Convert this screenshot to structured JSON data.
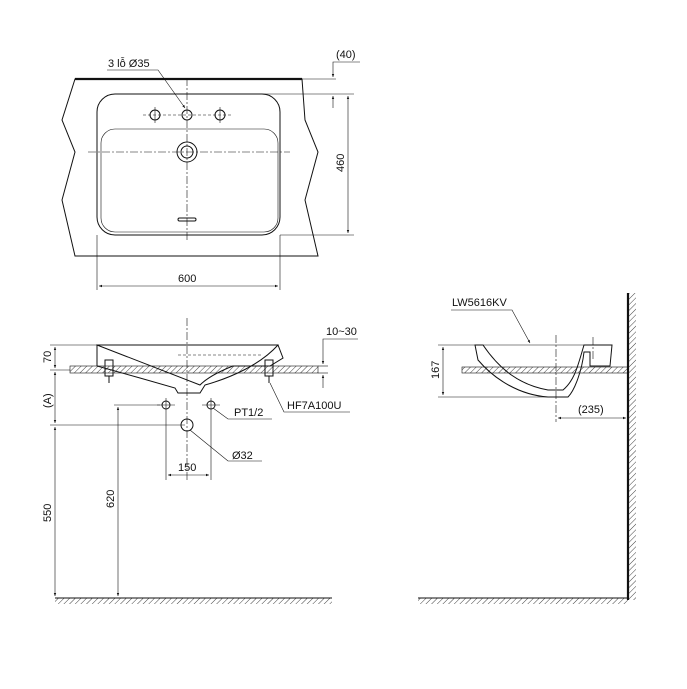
{
  "top_view": {
    "holes_label": "3 lỗ Ø35",
    "deck_thickness_label": "(40)",
    "depth_label": "460",
    "width_label": "600"
  },
  "front_view": {
    "rim_height_label": "70",
    "counter_thickness_label": "10~30",
    "a_label": "(A)",
    "supply_label": "PT1/2",
    "clip_label": "HF7A100U",
    "drain_label": "Ø32",
    "supply_spacing_label": "150",
    "supply_height_label": "620",
    "drain_height_label": "550"
  },
  "side_view": {
    "model_label": "LW5616KV",
    "basin_height_label": "167",
    "wall_distance_label": "(235)"
  }
}
